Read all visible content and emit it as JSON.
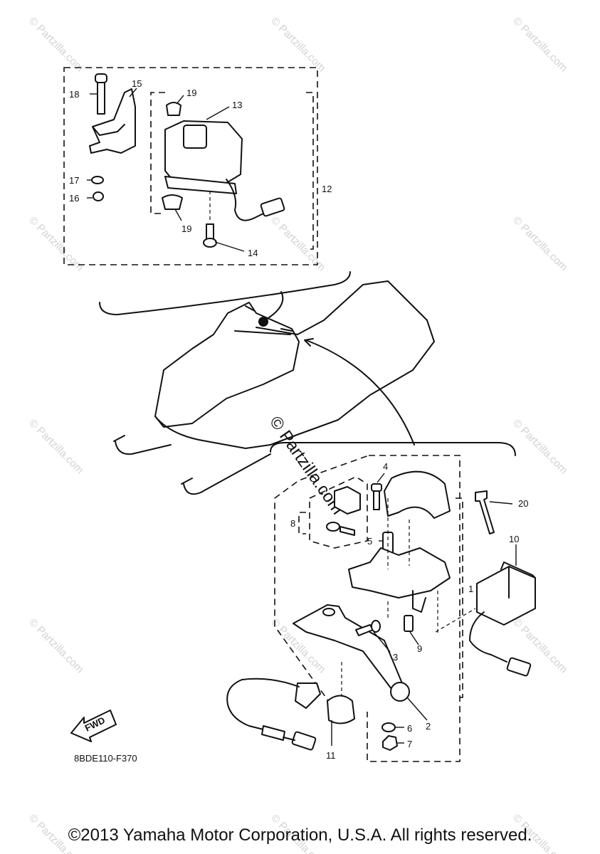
{
  "callouts": {
    "c1": "1",
    "c2": "2",
    "c3": "3",
    "c4": "4",
    "c5": "5",
    "c6": "6",
    "c7": "7",
    "c8": "8",
    "c9": "9",
    "c10": "10",
    "c11": "11",
    "c12": "12",
    "c13": "13",
    "c14": "14",
    "c15": "15",
    "c16": "16",
    "c17": "17",
    "c18": "18",
    "c19a": "19",
    "c19b": "19",
    "c20": "20"
  },
  "fwd_label": "FWD",
  "diagram_code": "8BDE110-F370",
  "watermark": "© Partzilla.com",
  "watermark_small": "© Partzilla.com",
  "copyright": "©2013 Yamaha Motor Corporation, U.S.A. All rights reserved."
}
